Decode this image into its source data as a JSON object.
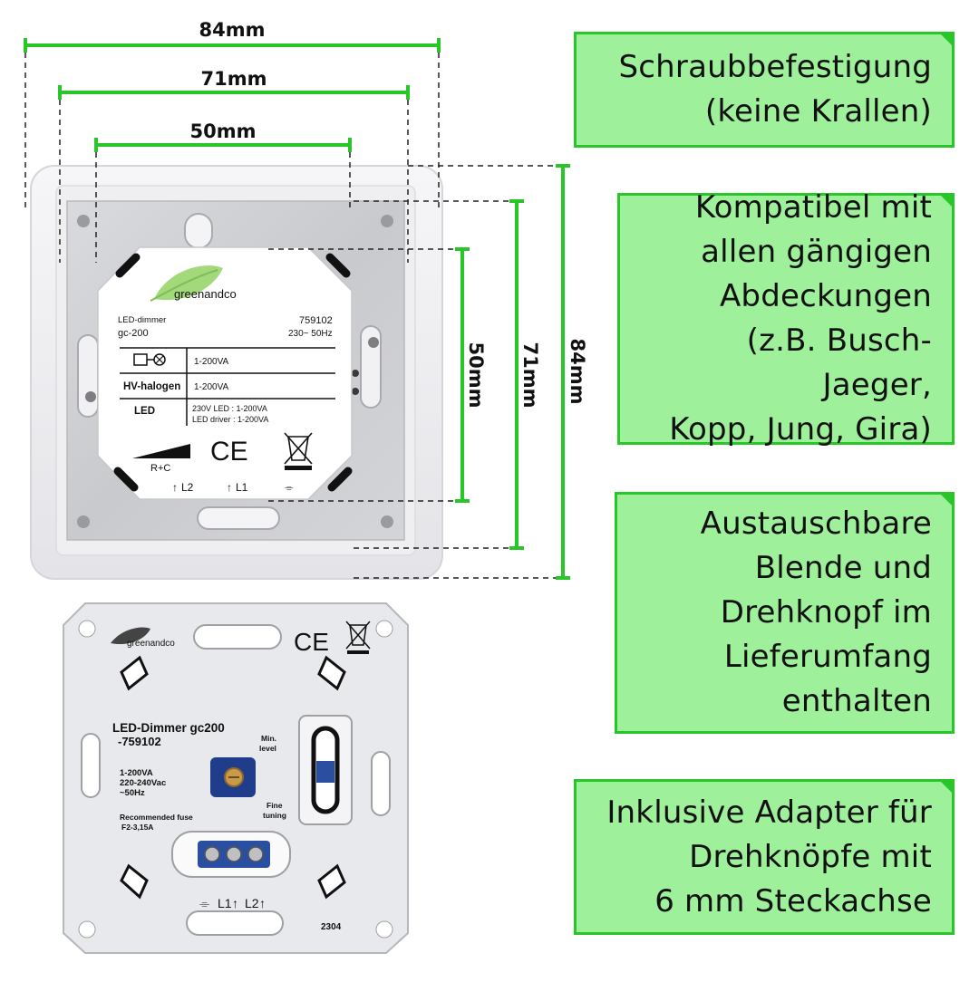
{
  "dimensions": {
    "width_outer": "84mm",
    "width_mid": "71mm",
    "width_inner": "50mm",
    "height_inner": "50mm",
    "height_mid": "71mm",
    "height_outer": "84mm"
  },
  "front_label": {
    "brand": "greenandco",
    "title": "LED-dimmer",
    "model": "gc-200",
    "article": "759102",
    "voltage": "230~ 50Hz",
    "rows": [
      {
        "name": "",
        "value": "1-200VA"
      },
      {
        "name": "HV-halogen",
        "value": "1-200VA"
      },
      {
        "name": "LED",
        "value": "230V LED : 1-200VA",
        "value2": "LED driver : 1-200VA"
      }
    ],
    "rc": "R+C",
    "ce": "CE",
    "terminals": [
      "L2",
      "L1"
    ]
  },
  "back_label": {
    "brand": "greenandco",
    "ce": "CE",
    "title": "LED-Dimmer gc200",
    "article": "-759102",
    "min_level": "Min.\nlevel",
    "specs": [
      "1-200VA",
      "220-240Vac",
      "~50Hz"
    ],
    "fuse_title": "Recommended fuse",
    "fuse_value": "F2-3,15A",
    "fine_tuning": "Fine\ntuning",
    "terminals": [
      "L1",
      "L2"
    ],
    "code": "2304"
  },
  "features": [
    {
      "text": "Schraubbefestigung\n(keine Krallen)"
    },
    {
      "text": "Kompatibel mit\nallen gängigen\nAbdeckungen\n(z.B. Busch-Jaeger,\nKopp, Jung, Gira)"
    },
    {
      "text": "Austauschbare\nBlende und\nDrehknopf im\nLieferumfang\nenthalten"
    },
    {
      "text": "Inklusive Adapter für\nDrehknöpfe mit\n6 mm Steckachse"
    }
  ],
  "colors": {
    "accent": "#29c62a",
    "box_fill": "#9ff09a"
  }
}
